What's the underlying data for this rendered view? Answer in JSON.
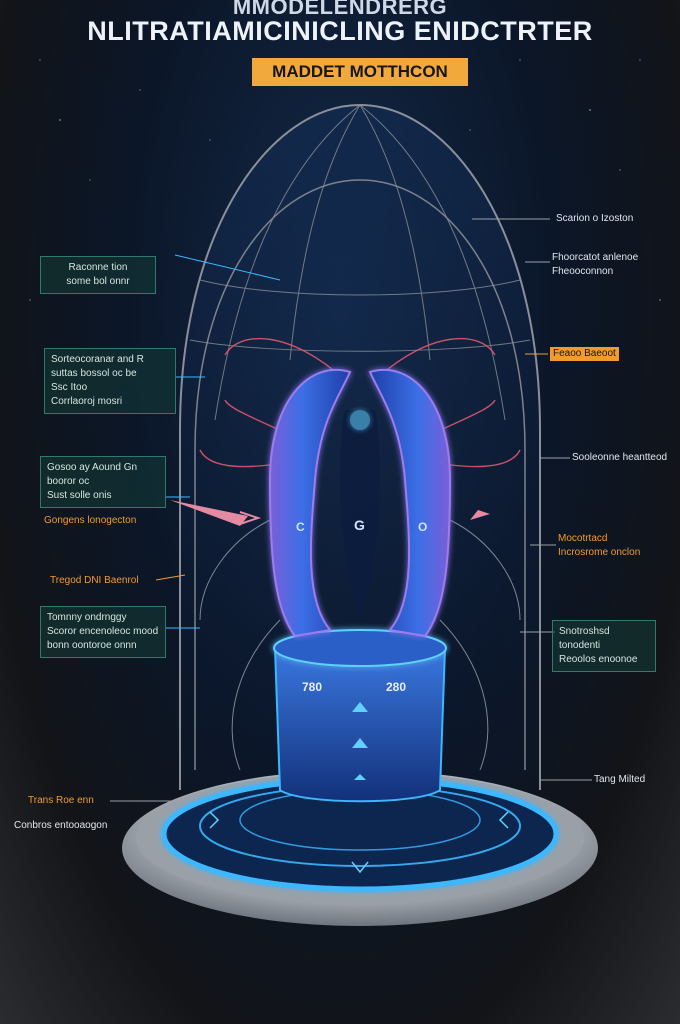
{
  "header": {
    "supertitle": "MMODELENDRERG",
    "title": "NLITRATIAMICINICLING ENIDCTRTER",
    "badge": "MADDET MOTTHCON"
  },
  "colors": {
    "background": "#0b1628",
    "accent_orange": "#f2a93b",
    "glow_blue": "#3ab8ff",
    "label_green": "#2f7a6a",
    "field_line_red": "#e0566a"
  },
  "left_callouts": [
    {
      "lines": [
        "Raconne tion",
        "some bol onnr"
      ],
      "style": "box"
    },
    {
      "lines": [
        "Sorteocoranar and R",
        "suttas bossol oc be",
        "Ssc Itoo",
        "Corrlaoroj mosri"
      ],
      "style": "box"
    },
    {
      "lines": [
        "Gosoo ay Aound Gn",
        "booror oc",
        "Sust solle onis"
      ],
      "style": "box"
    },
    {
      "lines": [
        "Gongens lonogecton"
      ],
      "style": "orange"
    },
    {
      "lines": [
        "Tregod DNI Baenrol"
      ],
      "style": "orange"
    },
    {
      "lines": [
        "Tomnny ondrnggy",
        "Scoror encenoleoc mood",
        "bonn oontoroe onnn"
      ],
      "style": "box"
    },
    {
      "lines": [
        "Trans Roe enn"
      ],
      "style": "orange"
    },
    {
      "lines": [
        "Conbros entooaogon"
      ],
      "style": "plain"
    }
  ],
  "right_callouts": [
    {
      "lines": [
        "Scarion o Izoston"
      ],
      "style": "plain"
    },
    {
      "lines": [
        "Fhoorcatot anlenoe",
        "Fheooconnon"
      ],
      "style": "plain"
    },
    {
      "lines": [
        "Feaoo Baeoot"
      ],
      "style": "orange-box"
    },
    {
      "lines": [
        "Sooleonne heantteod"
      ],
      "style": "plain"
    },
    {
      "lines": [
        "Mocotrtacd",
        "Incrosrome onclon"
      ],
      "style": "orange"
    },
    {
      "lines": [
        "Snotroshsd",
        "tonodenti",
        "Reoolos enoonoe"
      ],
      "style": "box"
    },
    {
      "lines": [
        "Tang Milted"
      ],
      "style": "plain"
    }
  ],
  "device": {
    "dial_left": "780",
    "dial_right": "280",
    "center_symbol": "G",
    "left_symbol": "C",
    "right_symbol": "O"
  }
}
